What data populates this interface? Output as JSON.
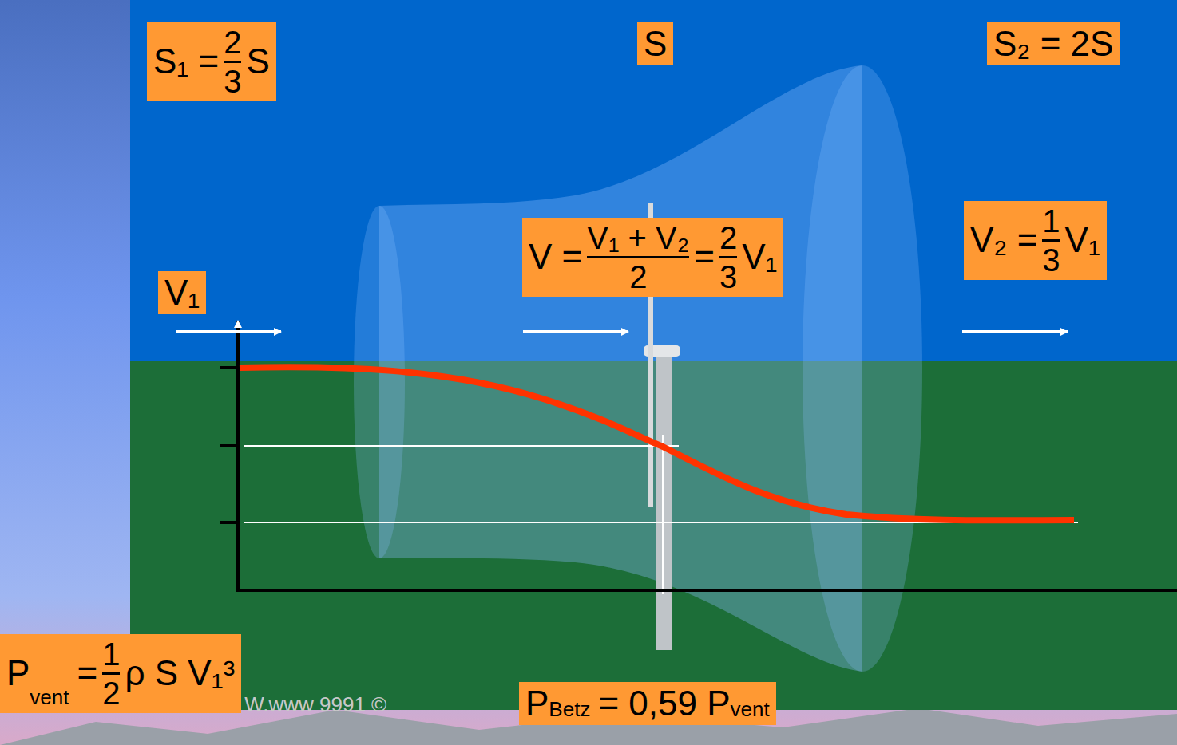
{
  "diagram": {
    "nodes": [
      {
        "text": [
          "S₁ =",
          "2",
          "3",
          "S"
        ]
      },
      {
        "text": [
          "S"
        ]
      },
      {
        "text": [
          "S₂ = 2S"
        ]
      },
      {
        "text": [
          "V₁"
        ]
      },
      {
        "text": [
          "V =",
          "V₁ + V₂",
          "2",
          "=",
          "2",
          "3",
          "V₁"
        ]
      },
      {
        "text": [
          "V₂ =",
          "1",
          "3",
          "V₁"
        ]
      },
      {
        "text": [
          "P",
          "vent",
          "=",
          "1",
          "2",
          "ρ S V₁³"
        ]
      },
      {
        "text": [
          "P",
          "Betz",
          "= 0,59 P",
          "vent"
        ]
      }
    ],
    "edges": [],
    "labels": [
      "W.www 9991 ©"
    ]
  }
}
